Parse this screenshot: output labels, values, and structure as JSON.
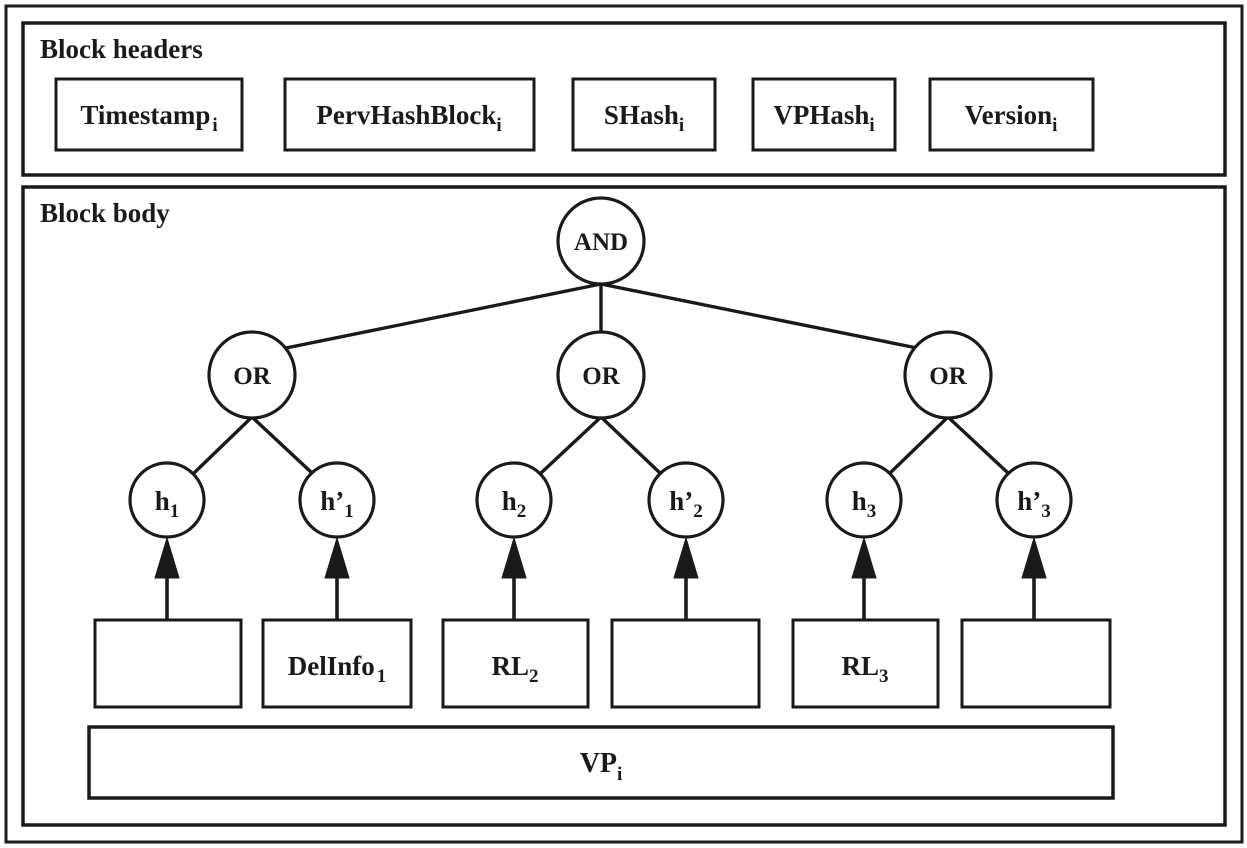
{
  "figure": {
    "title": "Blockchain block structure with AND/OR verification tree",
    "background_color": "#ffffff",
    "line_color": "#1a1a1a"
  },
  "header_panel": {
    "label": "Block headers",
    "boxes": [
      {
        "base": "Timestamp",
        "sub": "i"
      },
      {
        "base": "PervHashBlock",
        "sub": "i"
      },
      {
        "base": "SHash",
        "sub": "i"
      },
      {
        "base": "VPHash",
        "sub": "i"
      },
      {
        "base": "Version",
        "sub": "i"
      }
    ]
  },
  "body_panel": {
    "label": "Block body",
    "root": {
      "label": "AND"
    },
    "or_nodes": [
      {
        "label": "OR"
      },
      {
        "label": "OR"
      },
      {
        "label": "OR"
      }
    ],
    "leaf_nodes": [
      {
        "base": "h",
        "prime": "",
        "sub": "1"
      },
      {
        "base": "h",
        "prime": "’",
        "sub": "1"
      },
      {
        "base": "h",
        "prime": "",
        "sub": "2"
      },
      {
        "base": "h",
        "prime": "’",
        "sub": "2"
      },
      {
        "base": "h",
        "prime": "",
        "sub": "3"
      },
      {
        "base": "h",
        "prime": "’",
        "sub": "3"
      }
    ],
    "data_boxes": [
      {
        "base": "",
        "sub": ""
      },
      {
        "base": "DelInfo",
        "sub": "1"
      },
      {
        "base": "RL",
        "sub": "2"
      },
      {
        "base": "",
        "sub": ""
      },
      {
        "base": "RL",
        "sub": "3"
      },
      {
        "base": "",
        "sub": ""
      }
    ],
    "vp_bar": {
      "base": "VP",
      "sub": "i"
    }
  }
}
